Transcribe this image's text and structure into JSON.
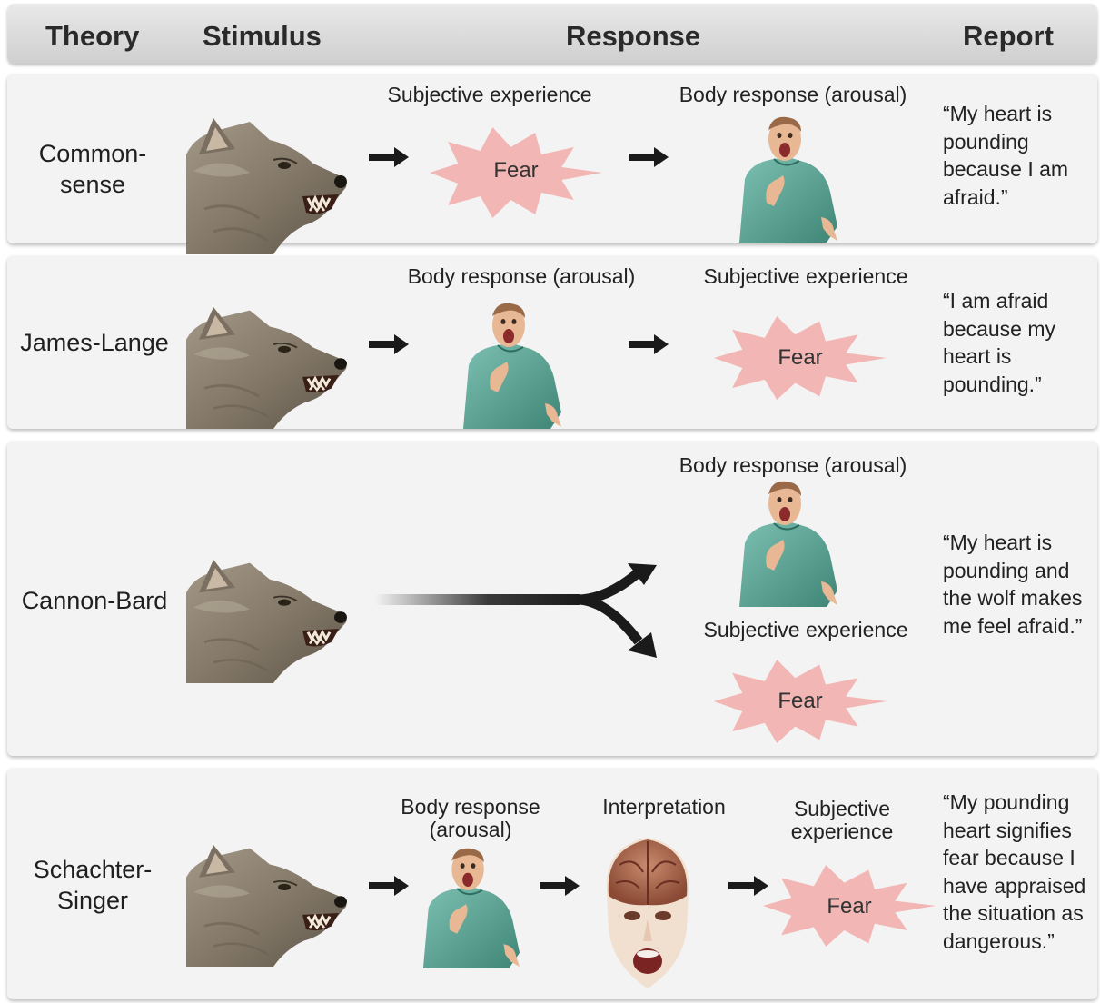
{
  "header": {
    "theory": "Theory",
    "stimulus": "Stimulus",
    "response": "Response",
    "report": "Report"
  },
  "rows": [
    {
      "theory": "Common-\nsense",
      "first_label": "Subjective experience",
      "second_label": "Body response (arousal)",
      "fear": "Fear",
      "report": "“My heart is pounding because I am afraid.”"
    },
    {
      "theory": "James-Lange",
      "first_label": "Body response (arousal)",
      "second_label": "Subjective experience",
      "fear": "Fear",
      "report": "“I am afraid because my heart is pounding.”"
    },
    {
      "theory": "Cannon-Bard",
      "first_label": "Body response (arousal)",
      "second_label": "Subjective experience",
      "fear": "Fear",
      "report": "“My heart is pounding and the wolf makes me feel afraid.”"
    },
    {
      "theory": "Schachter-\nSinger",
      "first_label": "Body response\n(arousal)",
      "middle_label": "Interpretation",
      "second_label": "Subjective\nexperience",
      "fear": "Fear",
      "report": "“My pounding heart signifies fear because I have appraised the situation as dangerous.”"
    }
  ],
  "colors": {
    "fear_burst": "#f2b6b4",
    "shirt": "#5ea89a",
    "skin": "#e8b894",
    "wolf_fur": "#8d8272",
    "arrow": "#1a1a1a"
  },
  "icons": [
    "wolf-head-icon",
    "frightened-person-icon",
    "fear-burst-icon",
    "brain-head-icon",
    "arrow-right-icon",
    "branching-arrow-icon"
  ]
}
